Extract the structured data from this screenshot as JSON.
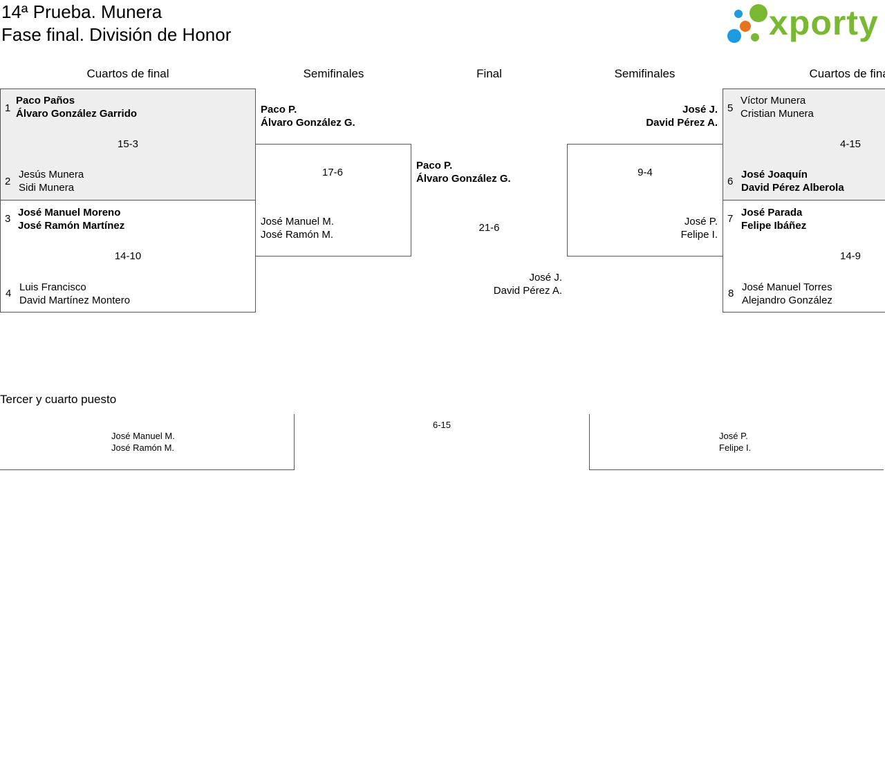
{
  "header": {
    "title_line1": "14ª Prueba. Munera",
    "title_line2": "Fase final. División de Honor",
    "logo_text": "xporty",
    "colors": {
      "logo_green": "#7ab833",
      "logo_blue": "#1e9ae0",
      "logo_orange": "#e8731d"
    }
  },
  "columns": {
    "qf_left": "Cuartos de final",
    "sf_left": "Semifinales",
    "final": "Final",
    "sf_right": "Semifinales",
    "qf_right": "Cuartos de final"
  },
  "quarterfinals": [
    {
      "seed_a": "1",
      "a1": "Paco Paños",
      "a2": "Álvaro González Garrido",
      "score": "15-3",
      "seed_b": "2",
      "b1": "Jesús Munera",
      "b2": "Sidi Munera"
    },
    {
      "seed_a": "3",
      "a1": "José Manuel Moreno",
      "a2": "José Ramón Martínez",
      "score": "14-10",
      "seed_b": "4",
      "b1": "Luis Francisco",
      "b2": "David Martínez Montero"
    },
    {
      "seed_a": "5",
      "a1": "Víctor Munera",
      "a2": "Cristian Munera",
      "score": "4-15",
      "seed_b": "6",
      "b1": "José Joaquín",
      "b2": "David Pérez Alberola"
    },
    {
      "seed_a": "7",
      "a1": "José Parada",
      "a2": "Felipe Ibáñez",
      "score": "14-9",
      "seed_b": "8",
      "b1": "José Manuel Torres",
      "b2": "Alejandro González"
    }
  ],
  "semifinals": [
    {
      "a1": "Paco P.",
      "a2": "Álvaro González G.",
      "score": "17-6",
      "b1": "José Manuel M.",
      "b2": "José Ramón M."
    },
    {
      "a1": "José J.",
      "a2": "David Pérez A.",
      "score": "9-4",
      "b1": "José P.",
      "b2": "Felipe I."
    }
  ],
  "final": {
    "a1": "Paco P.",
    "a2": "Álvaro González G.",
    "score": "21-6",
    "b1": "José J.",
    "b2": "David Pérez A."
  },
  "third_place": {
    "label": "Tercer y cuarto puesto",
    "score": "6-15",
    "a1": "José Manuel M.",
    "a2": "José Ramón M.",
    "b1": "José P.",
    "b2": "Felipe I."
  }
}
